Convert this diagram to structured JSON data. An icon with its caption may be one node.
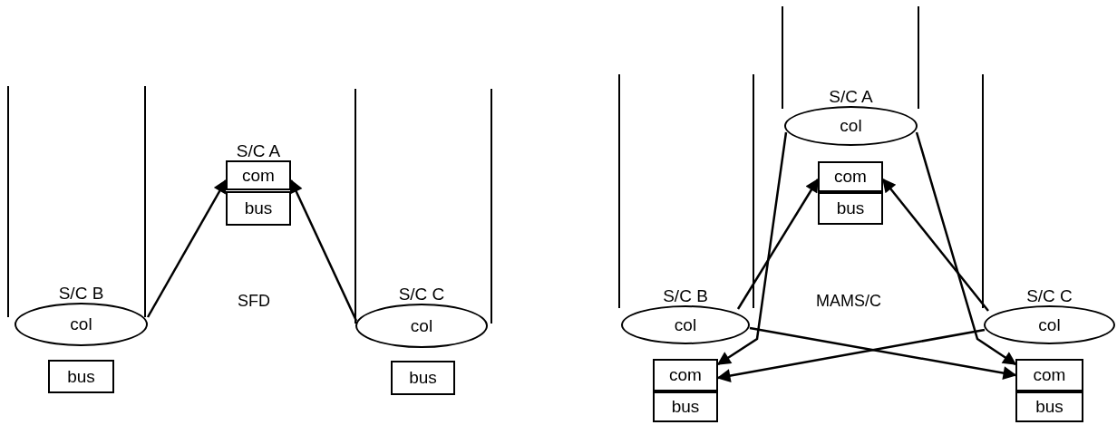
{
  "diagram": {
    "nodes": [
      {
        "text": [
          "S/C B",
          "col"
        ]
      },
      {
        "text": [
          "bus"
        ]
      },
      {
        "text": [
          "S/C A",
          "com"
        ]
      },
      {
        "text": [
          "bus"
        ]
      },
      {
        "text": [
          "S/C C",
          "col"
        ]
      },
      {
        "text": [
          "bus"
        ]
      },
      {
        "text": [
          "S/C A",
          "col"
        ]
      },
      {
        "text": [
          "com"
        ]
      },
      {
        "text": [
          "bus"
        ]
      },
      {
        "text": [
          "S/C B",
          "col"
        ]
      },
      {
        "text": [
          "com"
        ]
      },
      {
        "text": [
          "bus"
        ]
      },
      {
        "text": [
          "S/C C",
          "col"
        ]
      },
      {
        "text": [
          "com"
        ]
      },
      {
        "text": [
          "bus"
        ]
      }
    ],
    "edges": [
      {
        "from": 0,
        "to": 2,
        "arrow": "to"
      },
      {
        "from": 4,
        "to": 2,
        "arrow": "to"
      },
      {
        "from": 6,
        "to": 10,
        "arrow": "to"
      },
      {
        "from": 6,
        "to": 13,
        "arrow": "to"
      },
      {
        "from": 9,
        "to": 7,
        "arrow": "to"
      },
      {
        "from": 12,
        "to": 7,
        "arrow": "to"
      },
      {
        "from": 9,
        "to": 13,
        "arrow": "to"
      },
      {
        "from": 12,
        "to": 10,
        "arrow": "to"
      }
    ],
    "labels": [
      "SFD",
      "MAMS/C"
    ]
  }
}
